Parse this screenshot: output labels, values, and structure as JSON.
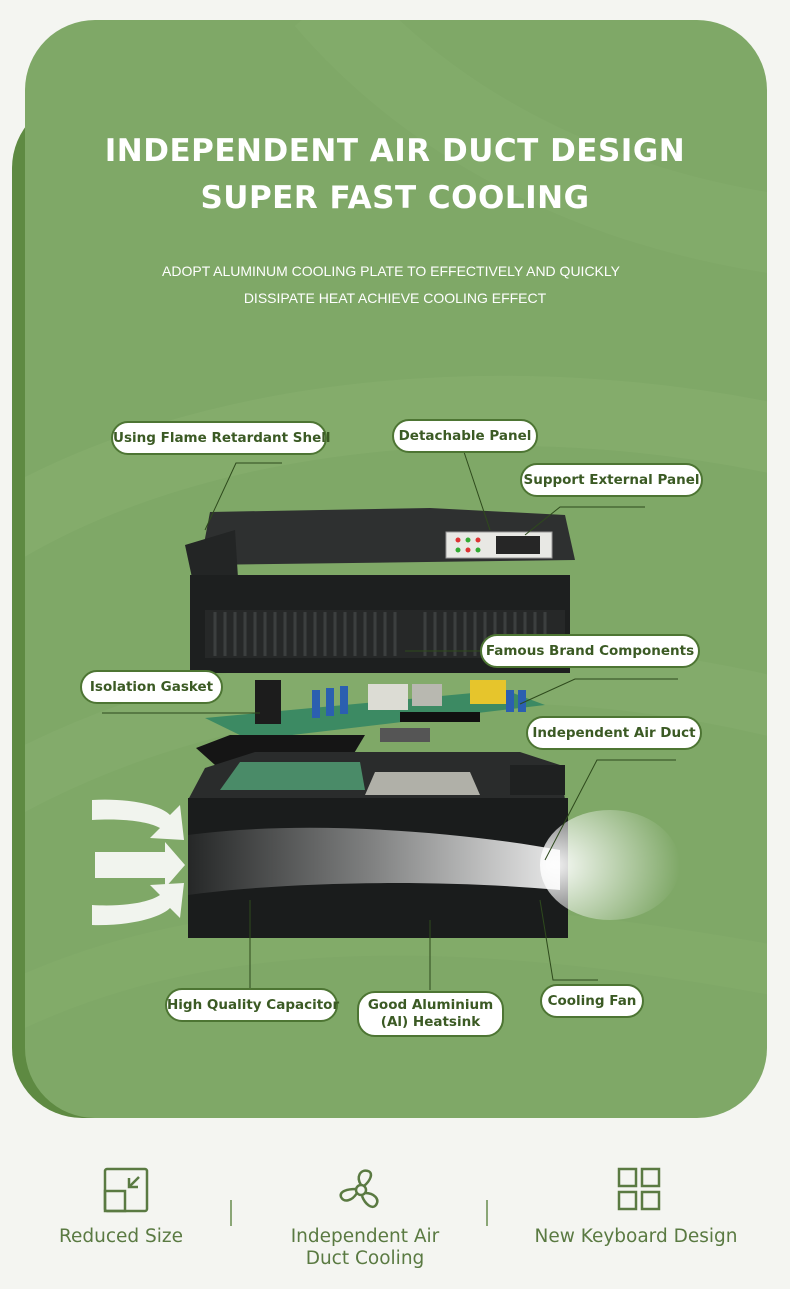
{
  "header": {
    "title_line1": "INDEPENDENT AIR DUCT DESIGN",
    "title_line2": "SUPER FAST COOLING",
    "subtitle_line1": "ADOPT ALUMINUM COOLING PLATE TO EFFECTIVELY AND QUICKLY",
    "subtitle_line2": "DISSIPATE HEAT ACHIEVE COOLING EFFECT"
  },
  "callouts": {
    "shell": "Using Flame Retardant Shell",
    "panel": "Detachable Panel",
    "external_panel": "Support External Panel",
    "components": "Famous Brand Components",
    "gasket": "Isolation Gasket",
    "air_duct": "Independent Air Duct",
    "capacitor": "High Quality Capacitor",
    "heatsink_line1": "Good Aluminium",
    "heatsink_line2": "(Al) Heatsink",
    "fan": "Cooling Fan"
  },
  "features": [
    {
      "icon": "resize-icon",
      "label": "Reduced Size"
    },
    {
      "icon": "fan-icon",
      "label_line1": "Independent Air",
      "label_line2": "Duct Cooling"
    },
    {
      "icon": "grid-icon",
      "label": "New Keyboard Design"
    }
  ],
  "colors": {
    "card": "#7fa867",
    "card_shadow": "#5e8a42",
    "tag_border": "#4d7533",
    "tag_text": "#3b5a24",
    "feature_text": "#5a7a42",
    "page_bg": "#f4f5f1"
  }
}
